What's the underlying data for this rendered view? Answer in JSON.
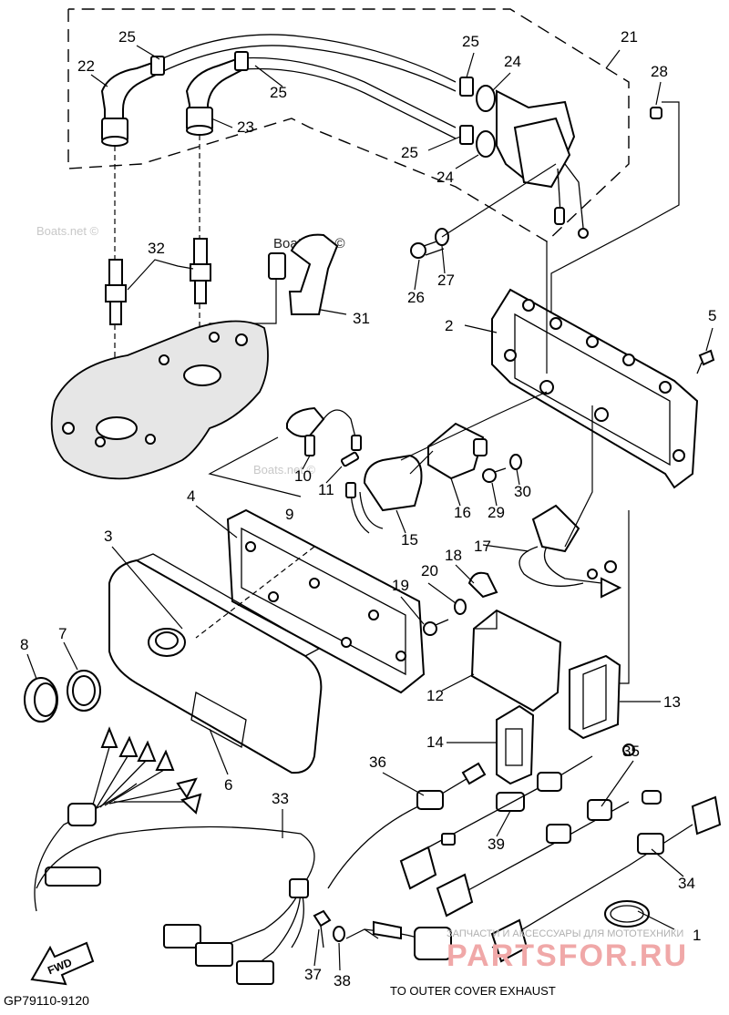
{
  "diagram": {
    "callouts": [
      "1",
      "2",
      "3",
      "4",
      "5",
      "6",
      "7",
      "8",
      "9",
      "10",
      "11",
      "12",
      "13",
      "14",
      "15",
      "16",
      "17",
      "18",
      "19",
      "20",
      "21",
      "22",
      "23",
      "24",
      "25",
      "26",
      "27",
      "28",
      "29",
      "30",
      "31",
      "32",
      "33",
      "34",
      "35",
      "36",
      "37",
      "38",
      "39"
    ],
    "drawing_code": "GP79110-9120",
    "note": "TO OUTER COVER EXHAUST",
    "fwd_label": "FWD",
    "watermarks": [
      "Boats.net ©",
      "Boats.net ©"
    ],
    "stamp": {
      "caption": "ЗАПЧАСТИ И АКСЕССУАРЫ ДЛЯ МОТОТЕХНИКИ",
      "logo_text": "PARTSFOR.RU"
    }
  }
}
